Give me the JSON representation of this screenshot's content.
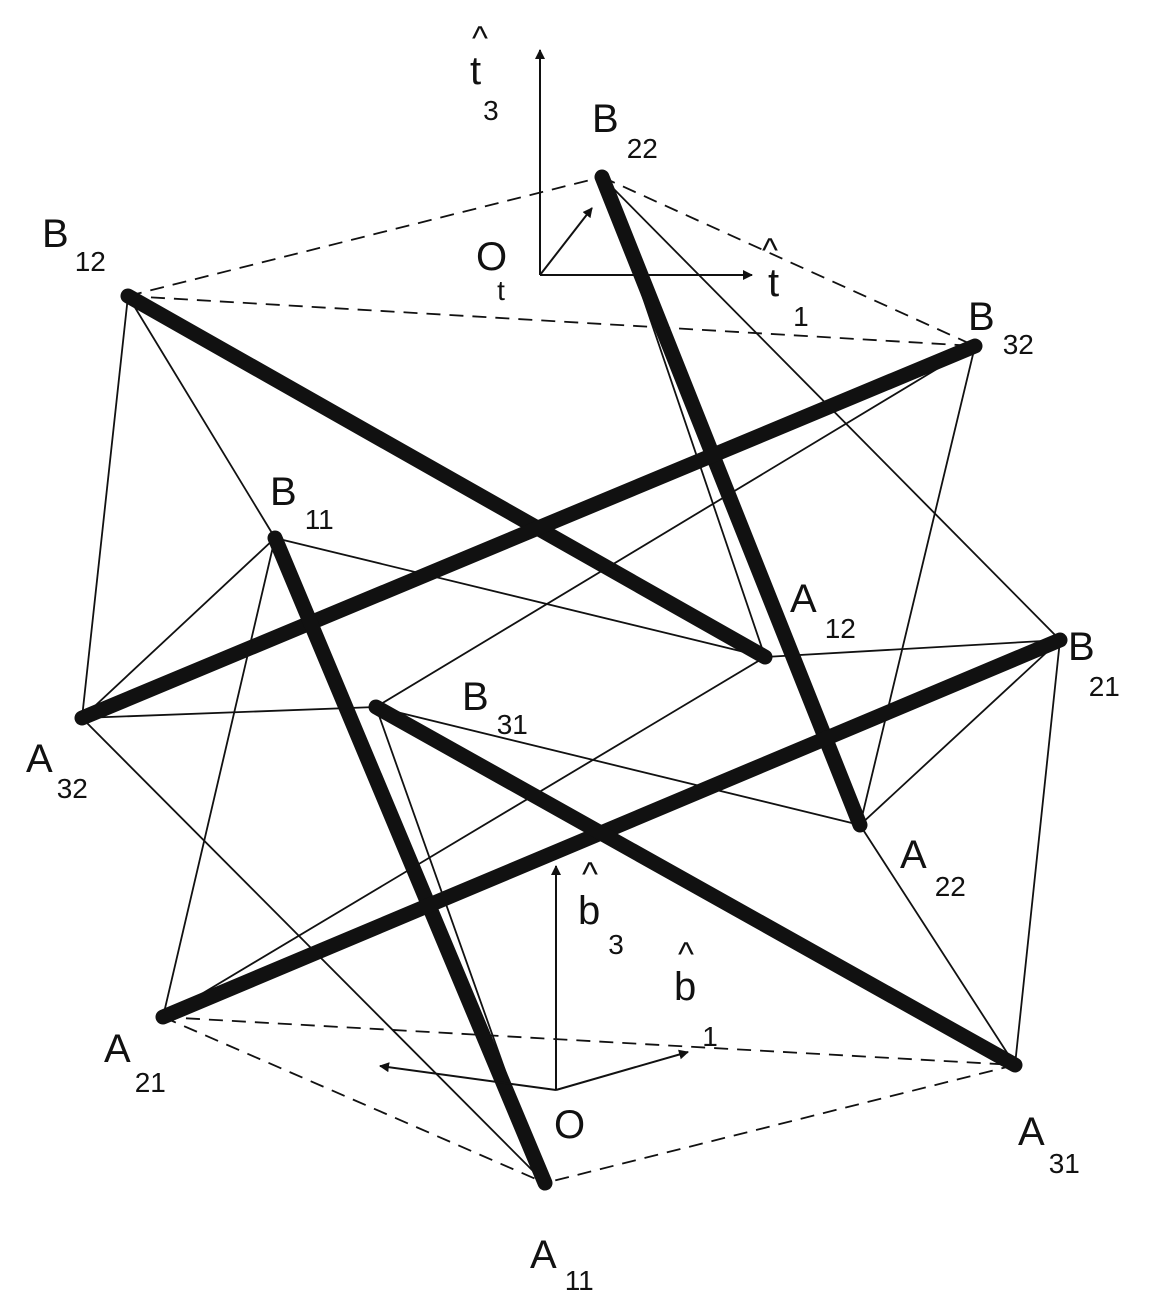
{
  "colors": {
    "background": "#ffffff",
    "stroke": "#111111"
  },
  "labels": {
    "B12": {
      "main": "B",
      "sub": "12"
    },
    "B22": {
      "main": "B",
      "sub": "22"
    },
    "B32": {
      "main": "B",
      "sub": "32"
    },
    "B11": {
      "main": "B",
      "sub": "11"
    },
    "B21": {
      "main": "B",
      "sub": "21"
    },
    "B31": {
      "main": "B",
      "sub": "31"
    },
    "A12": {
      "main": "A",
      "sub": "12"
    },
    "A22": {
      "main": "A",
      "sub": "22"
    },
    "A32": {
      "main": "A",
      "sub": "32"
    },
    "A11": {
      "main": "A",
      "sub": "11"
    },
    "A21": {
      "main": "A",
      "sub": "21"
    },
    "A31": {
      "main": "A",
      "sub": "31"
    }
  },
  "origin_top": {
    "main": "O",
    "sub": "t"
  },
  "origin_bottom": {
    "main": "O"
  },
  "axes": {
    "t3": {
      "hat": "^",
      "main": "t",
      "sub": "3"
    },
    "t1": {
      "hat": "^",
      "main": "t",
      "sub": "1"
    },
    "b3": {
      "hat": "^",
      "main": "b",
      "sub": "3"
    },
    "b1": {
      "hat": "^",
      "main": "b",
      "sub": "1"
    }
  }
}
